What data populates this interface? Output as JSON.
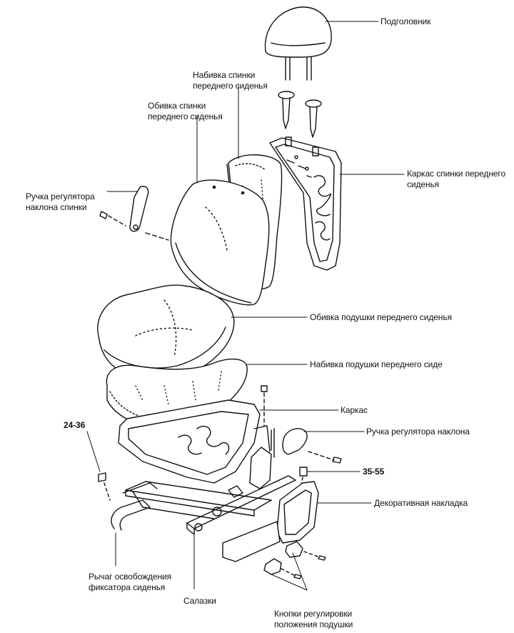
{
  "diagram": {
    "labels": {
      "headrest": "Подголовник",
      "back_padding_1": "Набивка спинки",
      "back_padding_2": "переднего сиденья",
      "back_cover_1": "Обивка спинки",
      "back_cover_2": "переднего сиденья",
      "back_frame_1": "Каркас спинки переднего",
      "back_frame_2": "сиденья",
      "recline_knob_1": "Ручка регулятора",
      "recline_knob_2": "наклона спинки",
      "cushion_cover": "Обивка подушки переднего сиденья",
      "cushion_padding": "Набивка подушки переднего сиде",
      "frame": "Каркас",
      "recline_handle": "Ручка регулятора наклона",
      "torque_left": "24-36",
      "torque_right": "35-55",
      "trim_cover": "Декоративная накладка",
      "release_lever_1": "Рычаг освобождения",
      "release_lever_2": "фиксатора сиденья",
      "rails": "Салазки",
      "cushion_knobs_1": "Кнопки регулировки",
      "cushion_knobs_2": "положения подушки"
    }
  }
}
